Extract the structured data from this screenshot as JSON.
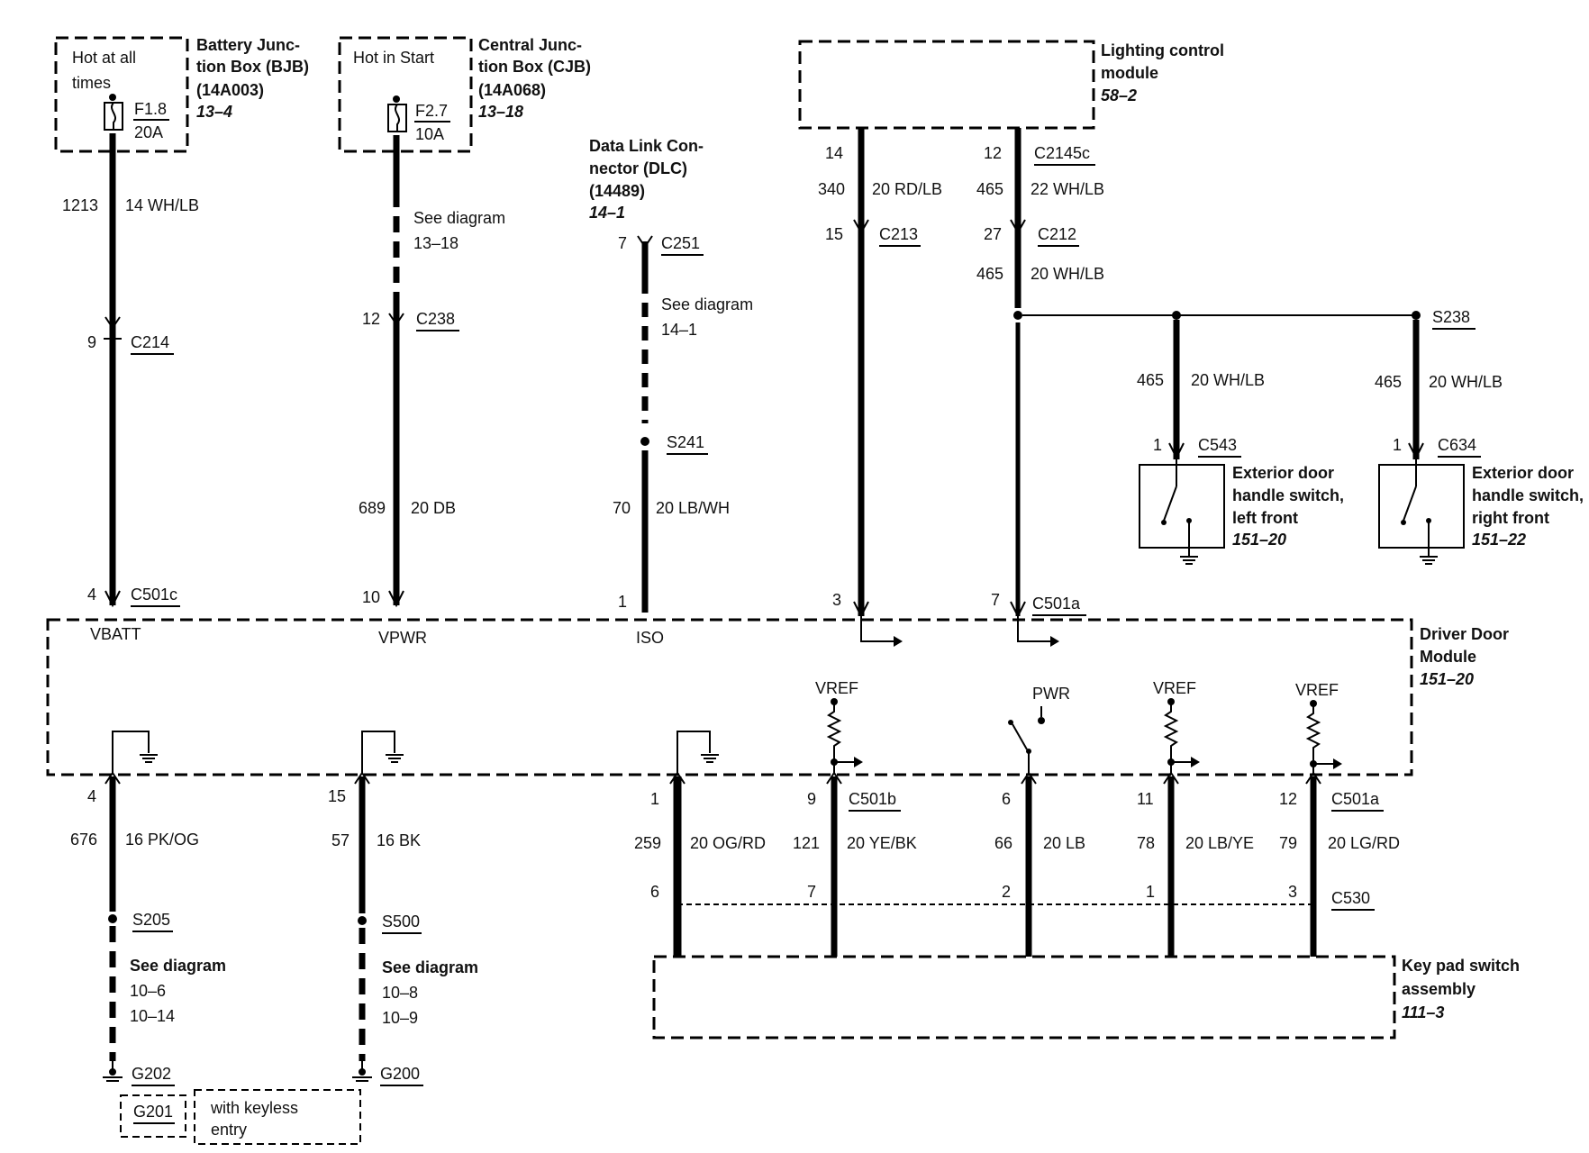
{
  "modules": {
    "bjb": {
      "hot_note": [
        "Hot at all",
        "times"
      ],
      "name": [
        "Battery Junc-",
        "tion Box (BJB)",
        "(14A003)"
      ],
      "ref": "13–4",
      "fuse_id": "F1.8",
      "fuse_rating": "20A"
    },
    "cjb": {
      "hot_note": [
        "Hot in Start"
      ],
      "name": [
        "Central Junc-",
        "tion Box (CJB)",
        "(14A068)"
      ],
      "ref": "13–18",
      "fuse_id": "F2.7",
      "fuse_rating": "10A"
    },
    "dlc": {
      "name": [
        "Data Link Con-",
        "nector (DLC)",
        "(14489)"
      ],
      "ref": "14–1"
    },
    "lcm": {
      "name": [
        "Lighting control",
        "module"
      ],
      "ref": "58–2"
    },
    "ddm": {
      "name": [
        "Driver Door",
        "Module"
      ],
      "ref": "151–20"
    },
    "kps": {
      "name": [
        "Key pad switch",
        "assembly"
      ],
      "ref": "111–3"
    },
    "sw_lf": {
      "name": [
        "Exterior door",
        "handle switch,",
        "left front"
      ],
      "ref": "151–20"
    },
    "sw_rf": {
      "name": [
        "Exterior door",
        "handle switch,",
        "right front"
      ],
      "ref": "151–22"
    }
  },
  "upper_wires": [
    {
      "id": "w1213",
      "circuit": "1213",
      "gauge": "14 WH/LB",
      "pin_c214": "9",
      "conn_c214": "C214",
      "pin_ddm": "4",
      "conn_ddm": "C501c",
      "signal": "VBATT"
    },
    {
      "id": "w689",
      "circuit": "689",
      "gauge": "20 DB",
      "note": [
        "See diagram",
        "13–18"
      ],
      "pin_c238": "12",
      "conn_c238": "C238",
      "pin_ddm": "10",
      "signal": "VPWR"
    },
    {
      "id": "w70",
      "circuit": "70",
      "gauge": "20 LB/WH",
      "pin_c251": "7",
      "conn_c251": "C251",
      "note": [
        "See diagram",
        "14–1"
      ],
      "splice": "S241",
      "pin_ddm": "1",
      "signal": "ISO"
    },
    {
      "id": "w340",
      "circuit": "340",
      "gauge": "20 RD/LB",
      "pin_lcm": "14",
      "pin_c213": "15",
      "conn_c213": "C213",
      "pin_ddm": "3"
    },
    {
      "id": "w465",
      "circuit": "465",
      "gauge_top": "22 WH/LB",
      "gauge_bot": "20 WH/LB",
      "pin_lcm": "12",
      "conn_lcm": "C2145c",
      "pin_c212": "27",
      "conn_c212": "C212",
      "pin_ddm": "7",
      "conn_ddm": "C501a"
    }
  ],
  "switch_wires": [
    {
      "circuit": "465",
      "gauge": "20 WH/LB",
      "pin": "1",
      "conn": "C543"
    },
    {
      "circuit": "465",
      "gauge": "20 WH/LB",
      "pin": "1",
      "conn": "C634",
      "splice": "S238"
    }
  ],
  "lower_left": [
    {
      "pin": "4",
      "circuit": "676",
      "gauge": "16 PK/OG",
      "splice": "S205",
      "note": [
        "See diagram",
        "10–6",
        "10–14"
      ],
      "ground": "G202"
    },
    {
      "pin": "15",
      "circuit": "57",
      "gauge": "16 BK",
      "splice": "S500",
      "note": [
        "See diagram",
        "10–8",
        "10–9"
      ],
      "ground": "G200"
    }
  ],
  "ground_alt": {
    "ground": "G201",
    "note": [
      "with keyless",
      "entry"
    ]
  },
  "lower_right": [
    {
      "pin_top": "1",
      "circuit": "259",
      "gauge": "20 OG/RD",
      "pin_bot": "6"
    },
    {
      "pin_top": "9",
      "conn_top": "C501b",
      "circuit": "121",
      "gauge": "20 YE/BK",
      "pin_bot": "7",
      "signal": "VREF"
    },
    {
      "pin_top": "6",
      "circuit": "66",
      "gauge": "20 LB",
      "pin_bot": "2",
      "signal": "PWR"
    },
    {
      "pin_top": "11",
      "circuit": "78",
      "gauge": "20 LB/YE",
      "pin_bot": "1",
      "signal": "VREF"
    },
    {
      "pin_top": "12",
      "conn_top": "C501a",
      "circuit": "79",
      "gauge": "20 LG/RD",
      "pin_bot": "3",
      "conn_bot": "C530",
      "signal": "VREF"
    }
  ]
}
